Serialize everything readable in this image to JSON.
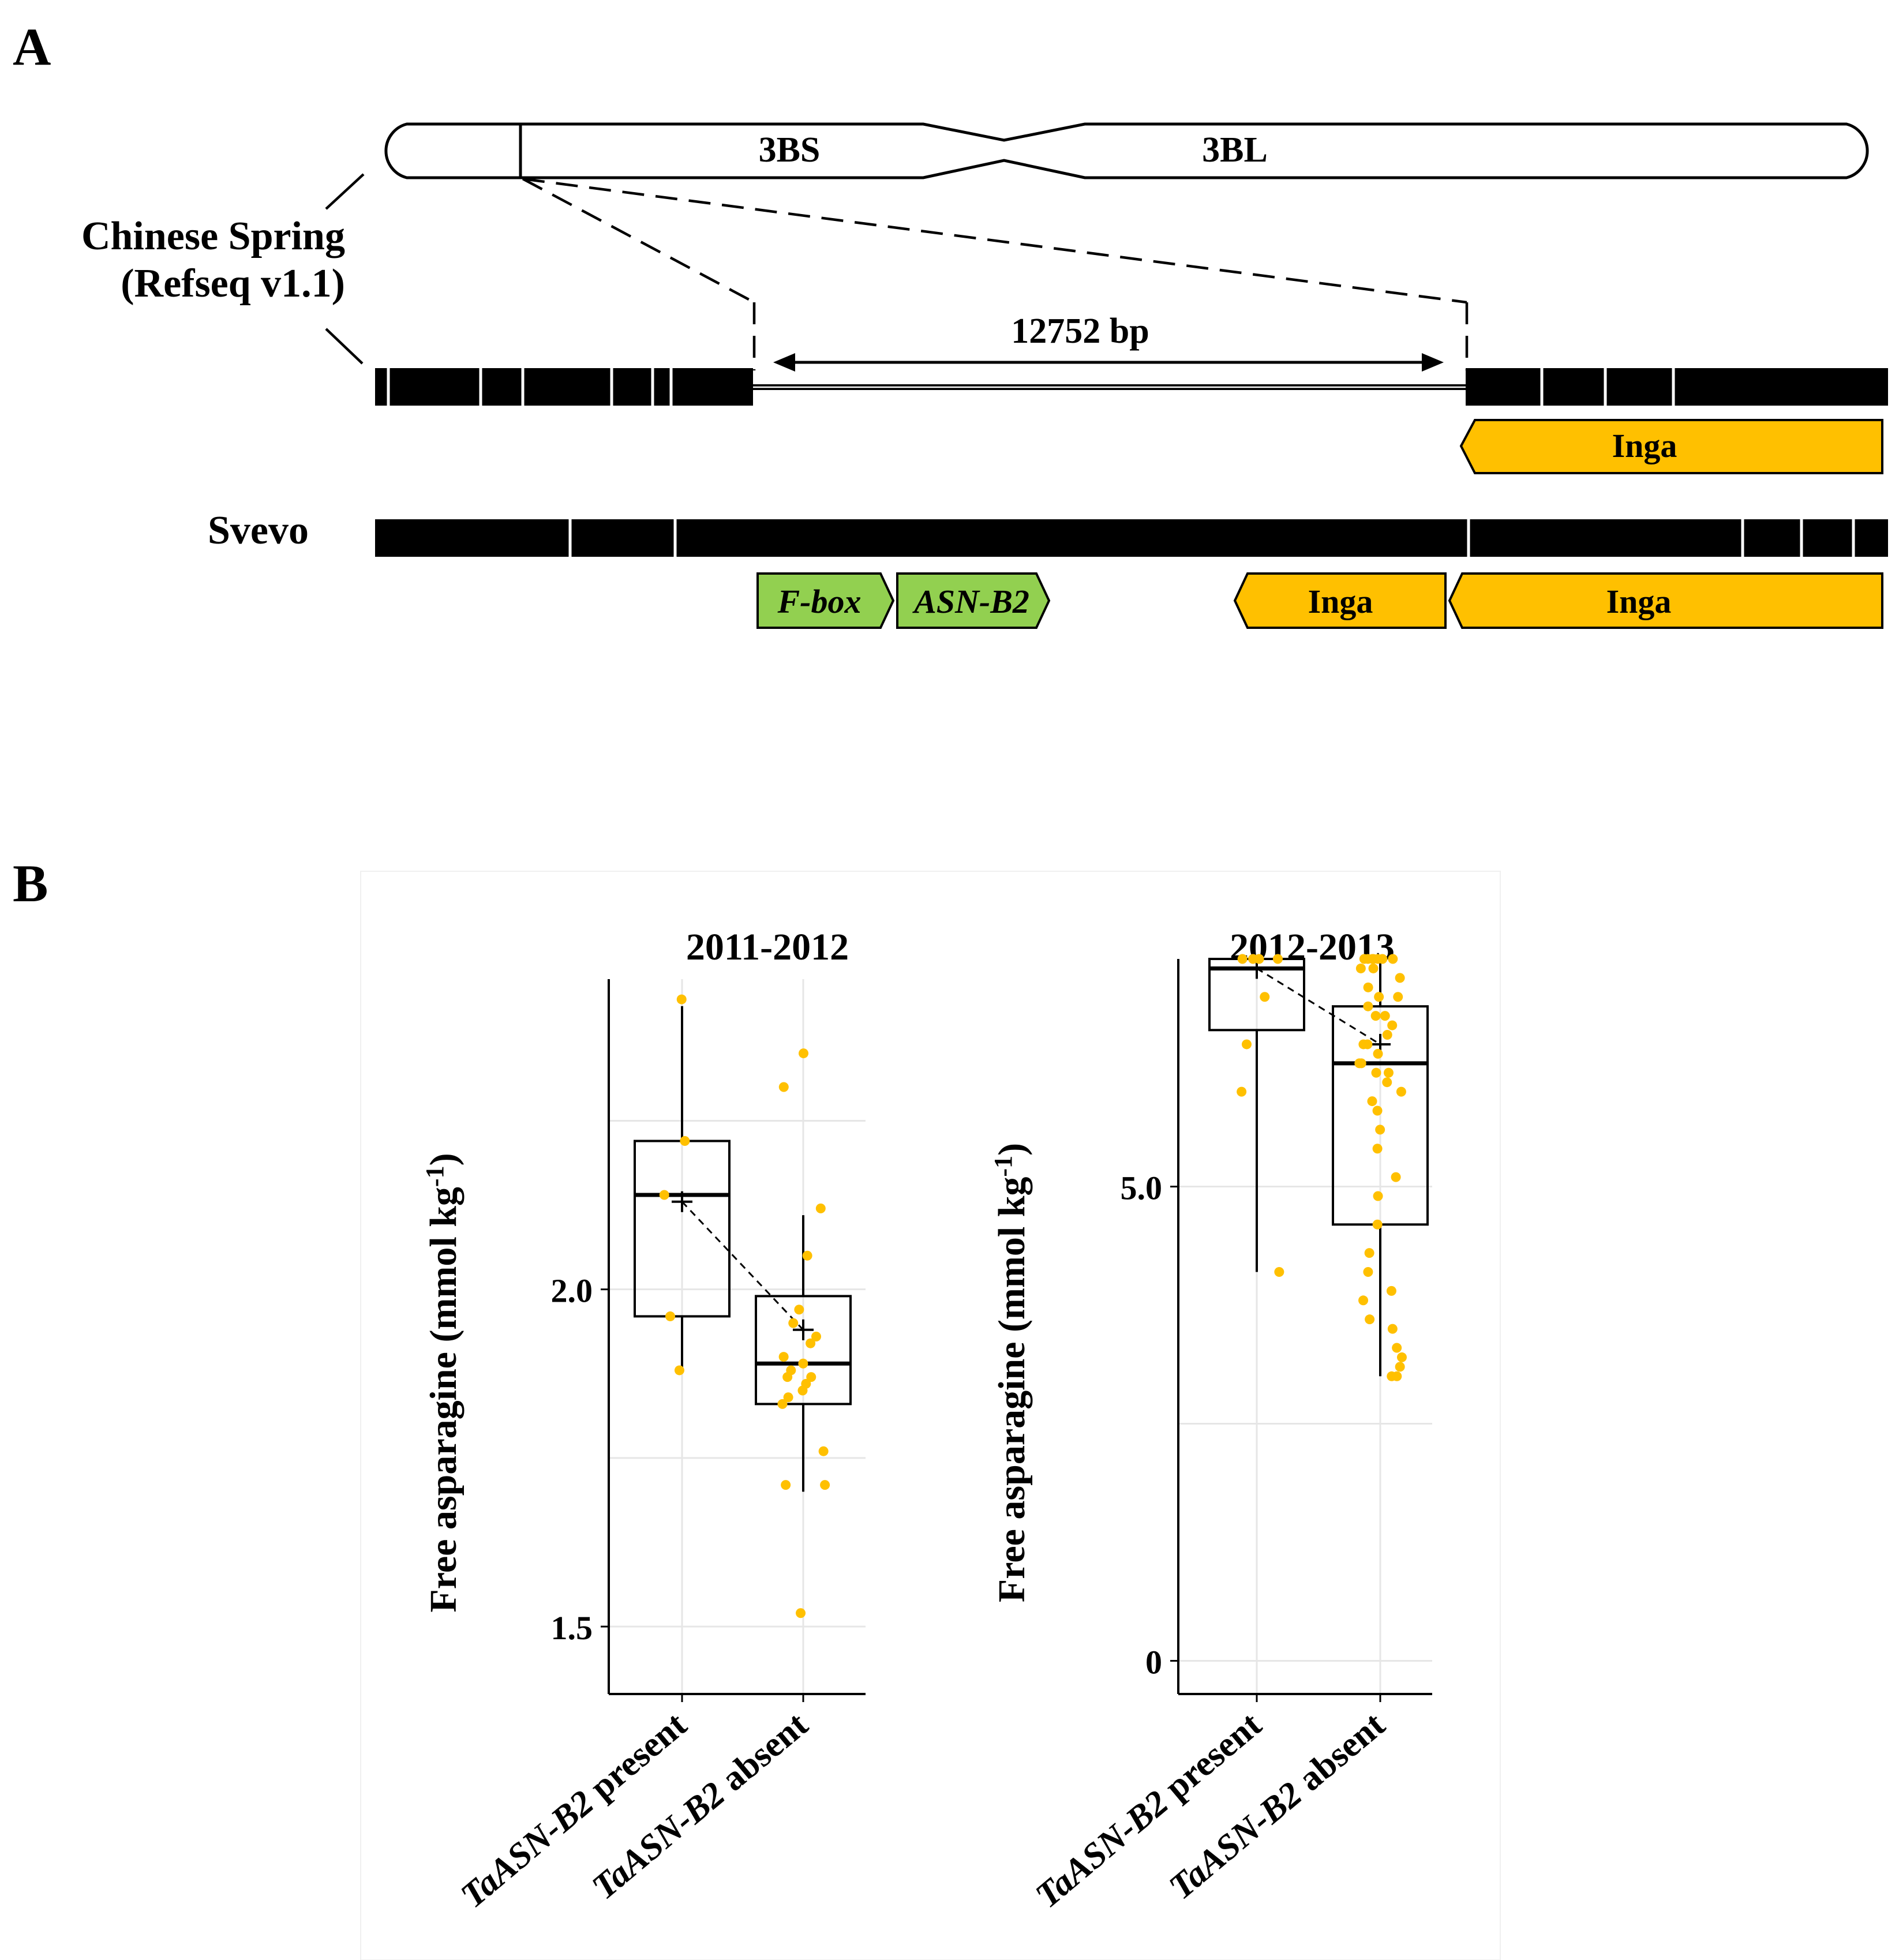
{
  "panel_a": {
    "label": "A",
    "chromosome": {
      "short_arm": "3BS",
      "long_arm": "3BL"
    },
    "reference_label_line1": "Chinese Spring",
    "reference_label_line2": "(Refseq v1.1)",
    "gap_label": "12752 bp",
    "cs_genes": [
      {
        "name": "Inga",
        "direction": "left",
        "color": "#ffc000"
      }
    ],
    "svevo_label": "Svevo",
    "svevo_genes": [
      {
        "name": "F-box",
        "direction": "right",
        "color": "#92d050",
        "italic": true
      },
      {
        "name": "ASN-B2",
        "direction": "right",
        "color": "#92d050",
        "italic": true
      },
      {
        "name": "Inga",
        "direction": "left",
        "color": "#ffc000",
        "italic": false
      },
      {
        "name": "Inga",
        "direction": "left",
        "color": "#ffc000",
        "italic": false
      }
    ]
  },
  "panel_b": {
    "label": "B",
    "ylabel_text": "Free asparagine (mmol kg",
    "ylabel_sup": "-1",
    "ylabel_close": ")",
    "category_prefix": "TaASN-B2",
    "category_suffixes": [
      " present",
      " absent"
    ]
  },
  "chart_data": [
    {
      "type": "box",
      "title": "2011-2012",
      "ylabel": "Free asparagine (mmol kg-1)",
      "categories": [
        "TaASN-B2 present",
        "TaASN-B2 absent"
      ],
      "ylim": [
        1.4,
        2.46
      ],
      "yticks": [
        1.5,
        2.0
      ],
      "ytick_labels": [
        "1.5",
        "2.0"
      ],
      "grid": true,
      "boxes": [
        {
          "min": 1.88,
          "q1": 1.96,
          "median": 2.14,
          "q3": 2.22,
          "max": 2.42,
          "mean": 2.13
        },
        {
          "min": 1.7,
          "q1": 1.83,
          "median": 1.89,
          "q3": 1.99,
          "max": 2.11,
          "mean": 1.94
        }
      ],
      "points": [
        [
          2.43,
          2.22,
          2.14,
          1.96,
          1.88
        ],
        [
          2.35,
          2.3,
          2.12,
          2.05,
          1.97,
          1.95,
          1.93,
          1.92,
          1.9,
          1.89,
          1.88,
          1.87,
          1.87,
          1.86,
          1.85,
          1.84,
          1.83,
          1.76,
          1.71,
          1.71,
          1.52
        ]
      ]
    },
    {
      "type": "box",
      "title": "2012-2013",
      "ylabel": "Free asparagine (mmol kg-1)",
      "categories": [
        "TaASN-B2 present",
        "TaASN-B2 absent"
      ],
      "ylim": [
        -0.35,
        7.4
      ],
      "yticks": [
        0,
        5.0
      ],
      "ytick_labels": [
        "0",
        "5.0"
      ],
      "grid": true,
      "boxes": [
        {
          "min": 4.1,
          "q1": 6.65,
          "median": 7.3,
          "q3": 7.4,
          "max": 7.4,
          "mean": 7.3
        },
        {
          "min": 3.0,
          "q1": 4.6,
          "median": 6.3,
          "q3": 6.9,
          "max": 7.4,
          "mean": 6.5
        }
      ],
      "points": [
        [
          7.4,
          7.4,
          7.4,
          7.4,
          7.0,
          6.5,
          6.0,
          4.1
        ],
        [
          7.4,
          7.4,
          7.4,
          7.4,
          7.4,
          7.4,
          7.4,
          7.3,
          7.3,
          7.2,
          7.1,
          7.0,
          7.0,
          6.9,
          6.8,
          6.8,
          6.7,
          6.6,
          6.5,
          6.5,
          6.4,
          6.3,
          6.3,
          6.2,
          6.2,
          6.1,
          6.0,
          5.9,
          5.8,
          5.6,
          5.4,
          5.1,
          4.9,
          4.6,
          4.3,
          4.1,
          3.9,
          3.8,
          3.6,
          3.5,
          3.3,
          3.2,
          3.1,
          3.0,
          3.0
        ]
      ]
    }
  ]
}
